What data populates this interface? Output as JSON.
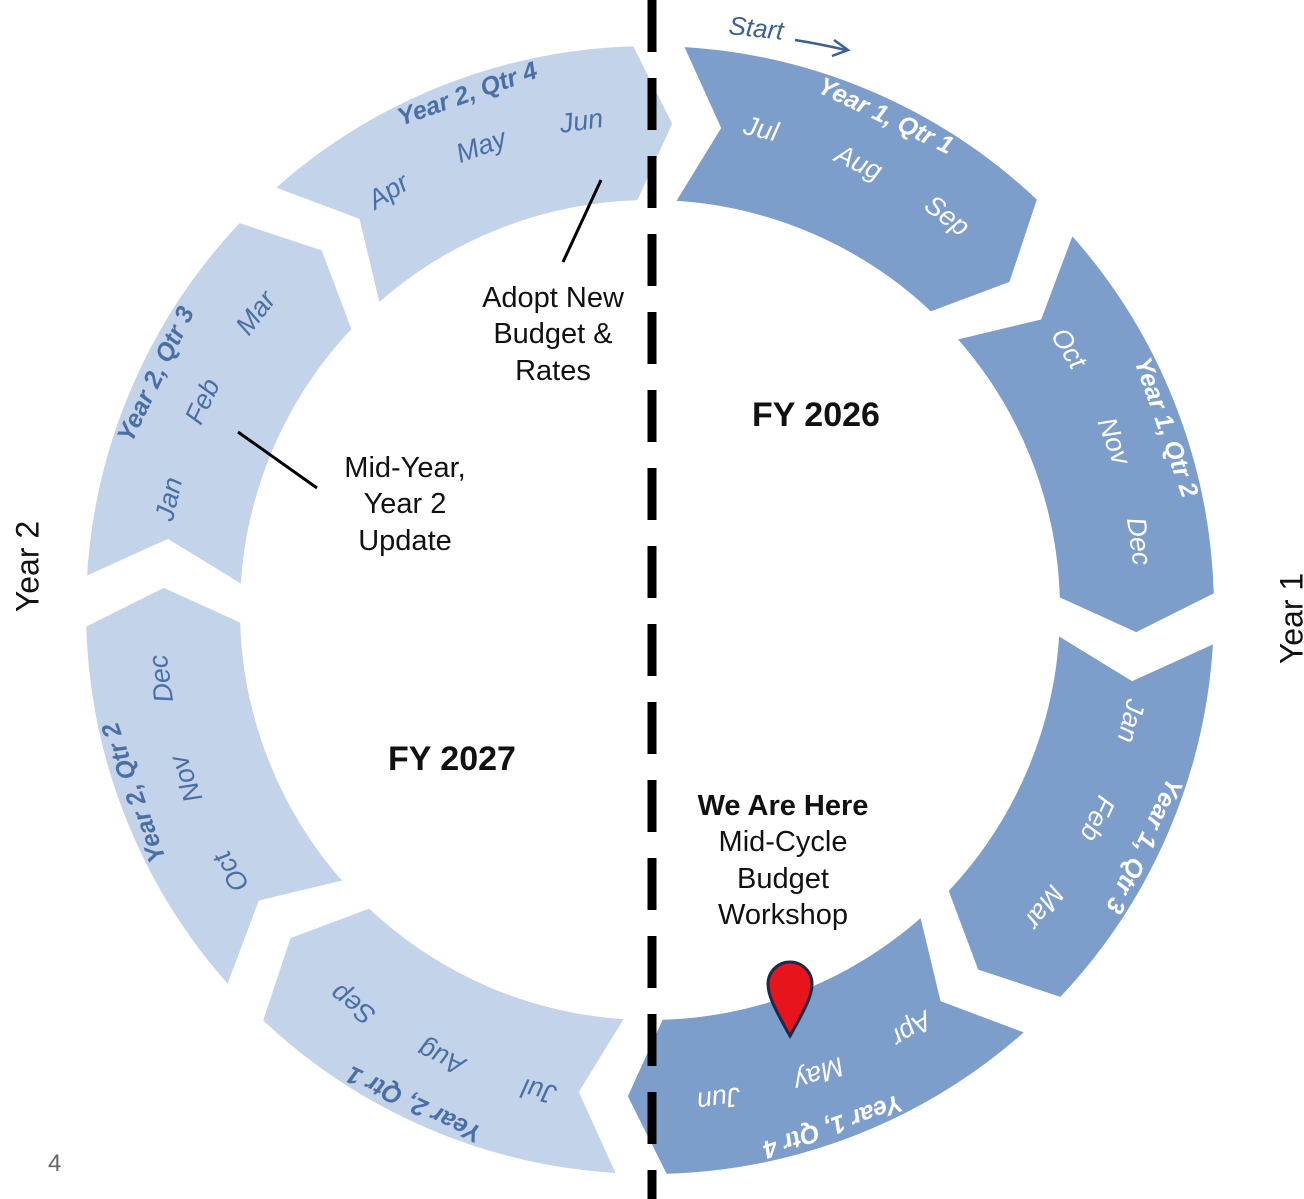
{
  "slide": {
    "page_number": "4"
  },
  "cycle": {
    "start_label": "Start",
    "fiscal_years": [
      "FY 2026",
      "FY 2027"
    ],
    "side_labels": [
      "Year 2",
      "Year 1"
    ],
    "segments": [
      {
        "label": "Year 1, Qtr 1",
        "months": [
          "Jul",
          "Aug",
          "Sep"
        ],
        "shade": "dark"
      },
      {
        "label": "Year 1, Qtr 2",
        "months": [
          "Oct",
          "Nov",
          "Dec"
        ],
        "shade": "dark"
      },
      {
        "label": "Year 1, Qtr 3",
        "months": [
          "Jan",
          "Feb",
          "Mar"
        ],
        "shade": "dark"
      },
      {
        "label": "Year 1, Qtr 4",
        "months": [
          "Apr",
          "May",
          "Jun"
        ],
        "shade": "dark"
      },
      {
        "label": "Year 2, Qtr 1",
        "months": [
          "Jul",
          "Aug",
          "Sep"
        ],
        "shade": "light"
      },
      {
        "label": "Year 2, Qtr 2",
        "months": [
          "Oct",
          "Nov",
          "Dec"
        ],
        "shade": "light"
      },
      {
        "label": "Year 2, Qtr 3",
        "months": [
          "Jan",
          "Feb",
          "Mar"
        ],
        "shade": "light"
      },
      {
        "label": "Year 2, Qtr 4",
        "months": [
          "Apr",
          "May",
          "Jun"
        ],
        "shade": "light"
      }
    ],
    "colors": {
      "dark_segment": "#7d9dcb",
      "light_segment": "#c3d3e9",
      "dark_text": "#ffffff",
      "light_text": "#4a6fa5",
      "marker": "#e8141b",
      "title_blue": "#2a62c9"
    }
  },
  "annotations": {
    "adopt": [
      "Adopt New",
      "Budget &",
      "Rates"
    ],
    "midyear": [
      "Mid-Year,",
      "Year 2",
      "Update"
    ],
    "here_title": "We Are Here",
    "here_lines": [
      "Mid-Cycle",
      "Budget",
      "Workshop"
    ]
  }
}
